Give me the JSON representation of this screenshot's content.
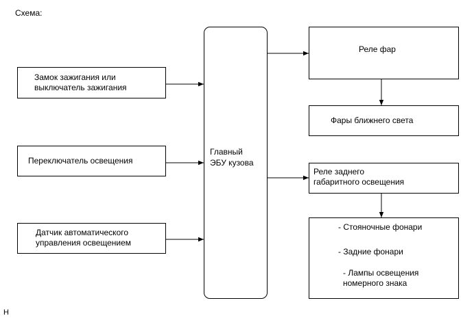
{
  "title": "Схема:",
  "footer_mark": "H",
  "inputs": {
    "ignition": [
      "Замок зажигания или",
      "выключатель зажигания"
    ],
    "light_switch": [
      "Переключатель освещения"
    ],
    "auto_light_sensor": [
      "Датчик автоматического",
      "управления освещением"
    ]
  },
  "ecu": [
    "Главный",
    "ЭБУ кузова"
  ],
  "outputs": {
    "headlight_relay": [
      "Реле фар"
    ],
    "low_beam": [
      "Фары ближнего света"
    ],
    "tail_relay": [
      "Реле заднего",
      "габаритного освещения"
    ],
    "tail_lamps": {
      "parking": "- Стояночные фонари",
      "rear": "- Задние фонари",
      "plate": [
        "- Лампы освещения",
        "номерного знака"
      ]
    }
  }
}
